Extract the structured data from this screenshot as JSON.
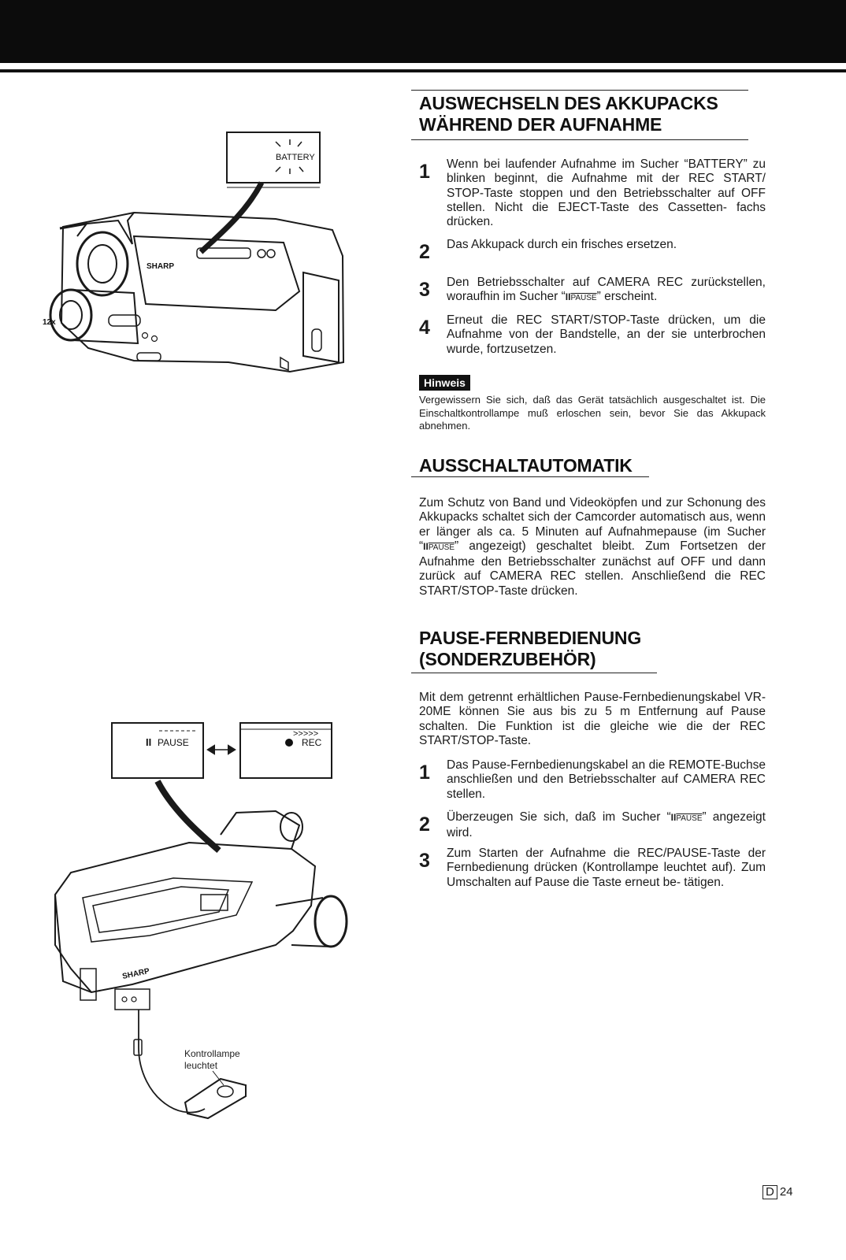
{
  "section1": {
    "title_line1": "AUSWECHSELN DES AKKUPACKS",
    "title_line2": "WÄHREND DER AUFNAHME",
    "steps": [
      {
        "num": "1",
        "text": "Wenn bei laufender Aufnahme im Sucher “BATTERY” zu blinken beginnt, die Aufnahme mit der REC START/ STOP-Taste stoppen und den Betriebsschalter auf OFF stellen. Nicht die EJECT-Taste des Cassetten- fachs drücken."
      },
      {
        "num": "2",
        "text": "Das Akkupack durch ein frisches ersetzen."
      },
      {
        "num": "3",
        "text_before": "Den Betriebsschalter auf CAMERA REC zurückstellen, woraufhin im Sucher “",
        "glyph": "II",
        "word": "PAUSE",
        "text_after": "” erscheint."
      },
      {
        "num": "4",
        "text": "Erneut die REC START/STOP-Taste drücken, um die Aufnahme von der Bandstelle, an der sie unterbrochen wurde, fortzusetzen."
      }
    ],
    "note_label": "Hinweis",
    "note_text": "Vergewissern Sie sich, daß das Gerät tatsächlich ausgeschaltet ist. Die Einschaltkontrollampe muß erloschen sein, bevor Sie das Akkupack abnehmen."
  },
  "section2": {
    "title": "AUSSCHALTAUTOMATIK",
    "text_before": "Zum Schutz von Band und Videoköpfen und zur Schonung des Akkupacks schaltet sich der Camcorder automatisch aus, wenn er länger als ca. 5 Minuten auf Aufnahmepause (im Sucher “",
    "glyph": "II",
    "word": "PAUSE",
    "text_after": "” angezeigt) geschaltet bleibt. Zum Fortsetzen der Aufnahme den Betriebsschalter zunächst auf OFF und dann zurück auf CAMERA REC stellen. Anschließend die REC START/STOP-Taste drücken."
  },
  "section3": {
    "title_line1": "PAUSE-FERNBEDIENUNG",
    "title_line2": "(SONDERZUBEHÖR)",
    "intro": "Mit dem getrennt erhältlichen Pause-Fernbedienungskabel VR-20ME können Sie aus bis zu 5 m Entfernung auf Pause schalten. Die Funktion ist die gleiche wie die der REC START/STOP-Taste.",
    "steps": [
      {
        "num": "1",
        "text": "Das Pause-Fernbedienungskabel an die REMOTE-Buchse anschließen und den Betriebsschalter auf CAMERA REC stellen."
      },
      {
        "num": "2",
        "text_before": "Überzeugen Sie sich, daß im Sucher “",
        "glyph": "II",
        "word": "PAUSE",
        "text_after": "” angezeigt wird."
      },
      {
        "num": "3",
        "text": "Zum Starten der Aufnahme die REC/PAUSE-Taste der Fernbedienung drücken (Kontrollampe leuchtet auf). Zum Umschalten auf Pause die Taste erneut be- tätigen."
      }
    ]
  },
  "figure1": {
    "battery_label": "BATTERY",
    "brand": "SHARP",
    "zoom_label": "12x"
  },
  "figure2": {
    "pause_glyph": "II",
    "pause_label": "PAUSE",
    "rec_arrows": ">>>>>",
    "rec_label": "REC",
    "brand": "SHARP",
    "lamp_caption_line1": "Kontrollampe",
    "lamp_caption_line2": "leuchtet"
  },
  "page": {
    "lang_code": "D",
    "number": "24"
  }
}
